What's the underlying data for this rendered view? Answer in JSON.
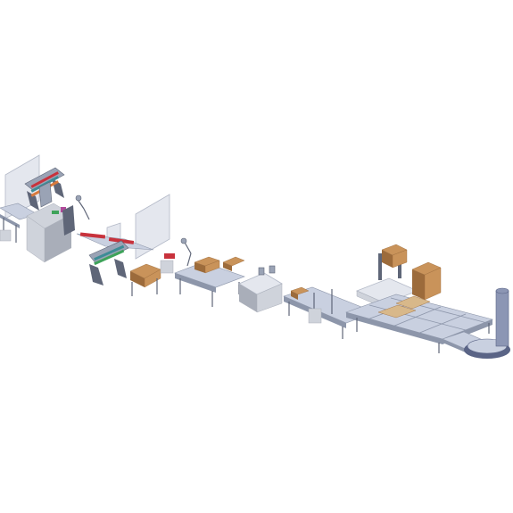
{
  "scene": {
    "background": "#ffffff",
    "palette": {
      "frame": "#9aa3b5",
      "frame_dark": "#5f6678",
      "panel": "#e4e7ee",
      "panel_edge": "#b4bac8",
      "cabinet": "#cfd3db",
      "cabinet_shadow": "#a9aeb9",
      "conveyor_top": "#c9d0e0",
      "conveyor_edge": "#8d96aa",
      "roller": "#b9c1d4",
      "carton": "#c9935a",
      "carton_dark": "#9c6b3b",
      "accent_red": "#c8323c",
      "accent_green": "#3ea35a",
      "accent_teal": "#3d8c96",
      "accent_orange": "#d87a3c",
      "accent_magenta": "#b04a9a",
      "pallet": "#d8b88a",
      "wrap_tower": "#8c96b4",
      "wrap_base": "#5a6486"
    },
    "components": [
      "infeed-conveyor",
      "erector-machine-1",
      "control-cabinet",
      "erector-machine-2",
      "screen-panel-1",
      "screen-panel-2",
      "carton-sealer",
      "roller-conveyor",
      "inspection-station",
      "palletizer-robot",
      "carton-stack",
      "pallet-conveyor-grid",
      "stretch-wrapper"
    ]
  }
}
